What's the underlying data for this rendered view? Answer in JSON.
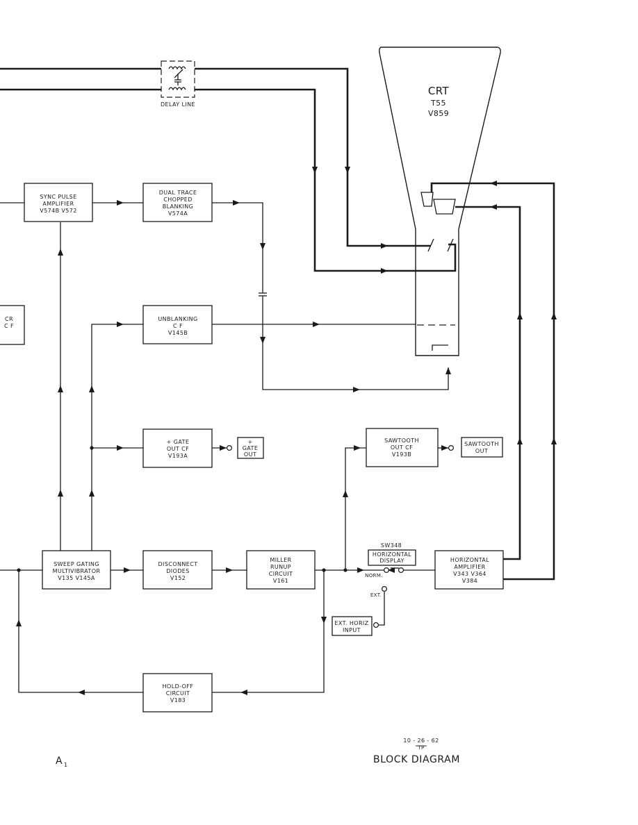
{
  "crt": {
    "name": "CRT",
    "line1": "T55",
    "line2": "V859"
  },
  "delay_line": {
    "label": "DELAY LINE"
  },
  "blocks": {
    "sync_pulse": [
      "SYNC PULSE",
      "AMPLIFIER",
      "V574B    V572"
    ],
    "dual_trace": [
      "DUAL TRACE",
      "CHOPPED",
      "BLANKING",
      "V574A"
    ],
    "cut_block": [
      "CR",
      "C F"
    ],
    "unblanking": [
      "UNBLANKING",
      "C F",
      "V145B"
    ],
    "gate_out_cf": [
      "+  GATE",
      "OUT CF",
      "V193A"
    ],
    "gate_out": [
      "+",
      "GATE",
      "OUT"
    ],
    "sawtooth_cf": [
      "SAWTOOTH",
      "OUT CF",
      "V193B"
    ],
    "sawtooth_out": [
      "SAWTOOTH",
      "OUT"
    ],
    "sweep_gating": [
      "SWEEP GATING",
      "MULTIVIBRATOR",
      "V135      V145A"
    ],
    "disconnect": [
      "DISCONNECT",
      "DIODES",
      "V152"
    ],
    "miller": [
      "MILLER",
      "RUNUP",
      "CIRCUIT",
      "V161"
    ],
    "horizontal_display": [
      "HORIZONTAL",
      "DISPLAY"
    ],
    "horizontal_amp": [
      "HORIZONTAL",
      "AMPLIFIER",
      "V343      V364",
      "V384"
    ],
    "ext_horiz": [
      "EXT. HORIZ",
      "INPUT"
    ],
    "holdoff": [
      "HOLD-OFF",
      "CIRCUIT",
      "V183"
    ]
  },
  "switch": {
    "name": "SW348",
    "norm": "NORM.",
    "ext": "EXT."
  },
  "footer": {
    "page_id": "A",
    "page_sub": "1",
    "date": "10 - 26 - 62",
    "initials": "TP",
    "title": "BLOCK  DIAGRAM"
  }
}
